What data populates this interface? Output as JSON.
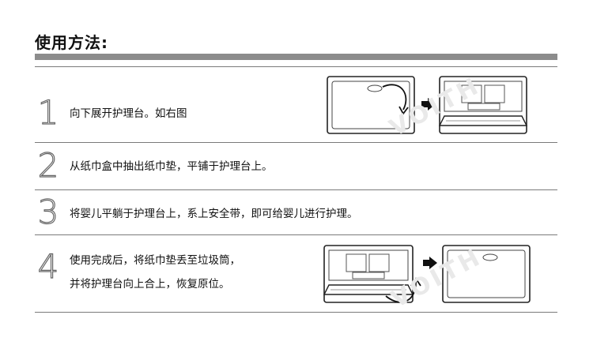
{
  "header": {
    "title": "使用方法:"
  },
  "steps": [
    {
      "number": "1",
      "lines": [
        "向下展开护理台。如右图"
      ]
    },
    {
      "number": "2",
      "lines": [
        "从纸巾盒中抽出纸巾垫，平铺于护理台上。"
      ]
    },
    {
      "number": "3",
      "lines": [
        "将婴儿平躺于护理台上，系上安全带，即可给婴儿进行护理。"
      ]
    },
    {
      "number": "4",
      "lines": [
        "使用完成后，将纸巾垫丢至垃圾筒，",
        "并将护理台向上合上，恢复原位。"
      ]
    }
  ],
  "watermark": {
    "text": "VOITH"
  },
  "colors": {
    "bar": "#8c8c8c",
    "rule": "#7a7a7a",
    "ink": "#111111",
    "watermark": "#e9e9e9"
  },
  "icons": [
    "arrow-right-icon",
    "curved-arrow-icon",
    "changing-table-closed-icon",
    "changing-table-open-icon"
  ]
}
